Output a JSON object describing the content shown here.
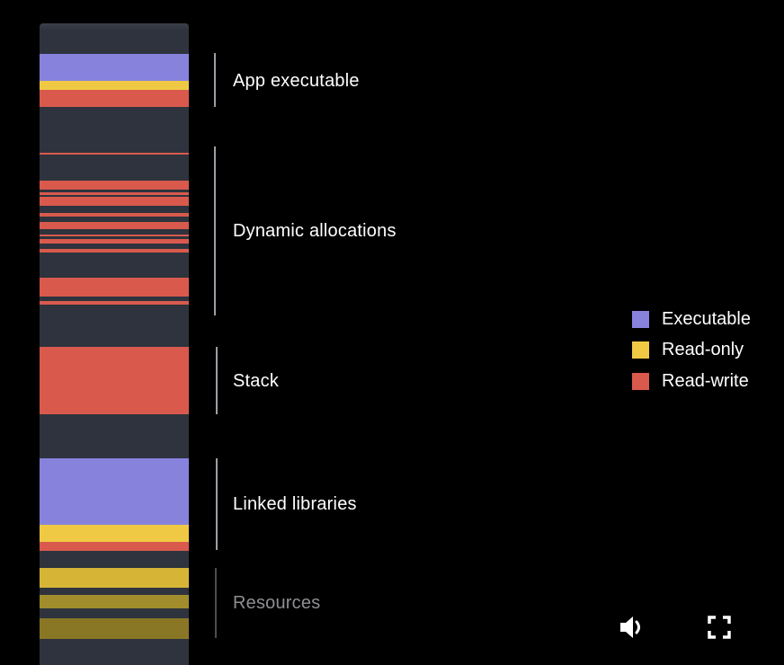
{
  "regions": {
    "app_executable": "App executable",
    "dynamic_allocations": "Dynamic allocations",
    "stack": "Stack",
    "linked_libraries": "Linked libraries",
    "resources": "Resources"
  },
  "legend": [
    {
      "label": "Executable",
      "color": "#8783dd"
    },
    {
      "label": "Read-only",
      "color": "#efc943"
    },
    {
      "label": "Read-write",
      "color": "#d95a4d"
    }
  ],
  "controls": {
    "volume_icon": "speaker-volume-icon",
    "fullscreen_icon": "fullscreen-icon"
  },
  "colors": {
    "background": "#000000",
    "memory_base": "#2e333d",
    "executable": "#8783dd",
    "read_only": "#efc943",
    "read_write": "#d95a4d"
  }
}
